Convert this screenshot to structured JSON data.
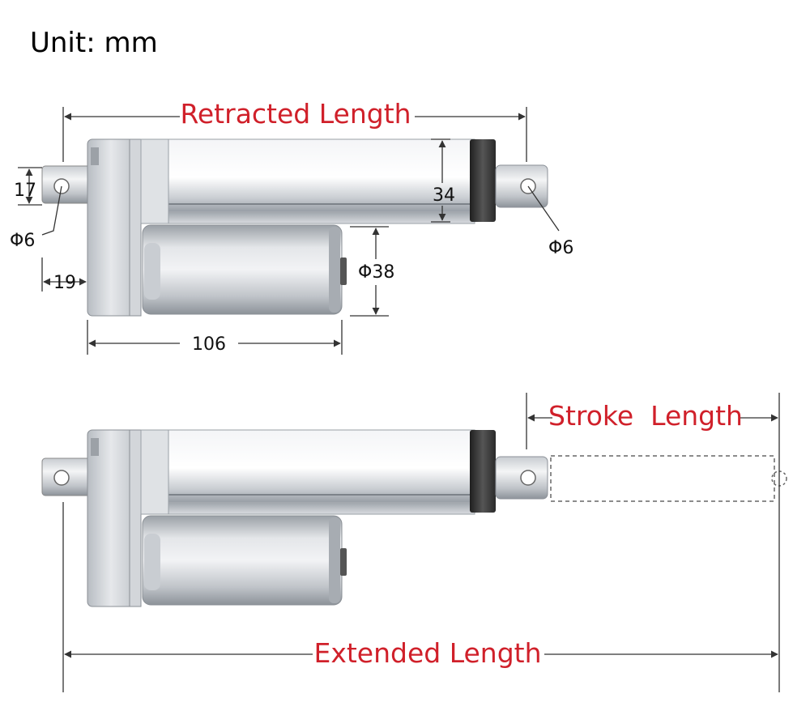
{
  "unit_label": "Unit: mm",
  "labels": {
    "retracted_length": "Retracted Length",
    "stroke_length": "Stroke  Length",
    "extended_length": "Extended Length"
  },
  "dimensions": {
    "mount_height": "17",
    "hole_left": "Φ6",
    "hole_right": "Φ6",
    "rear_offset": "19",
    "tube_height": "34",
    "motor_diameter": "Φ38",
    "motor_length": "106"
  },
  "colors": {
    "red_label": "#d0202a",
    "dim_line": "#333333",
    "body_light": "#e9ebee",
    "body_mid": "#b9bec5",
    "body_dark": "#6f757c",
    "clamp": "#2e2e2e"
  }
}
